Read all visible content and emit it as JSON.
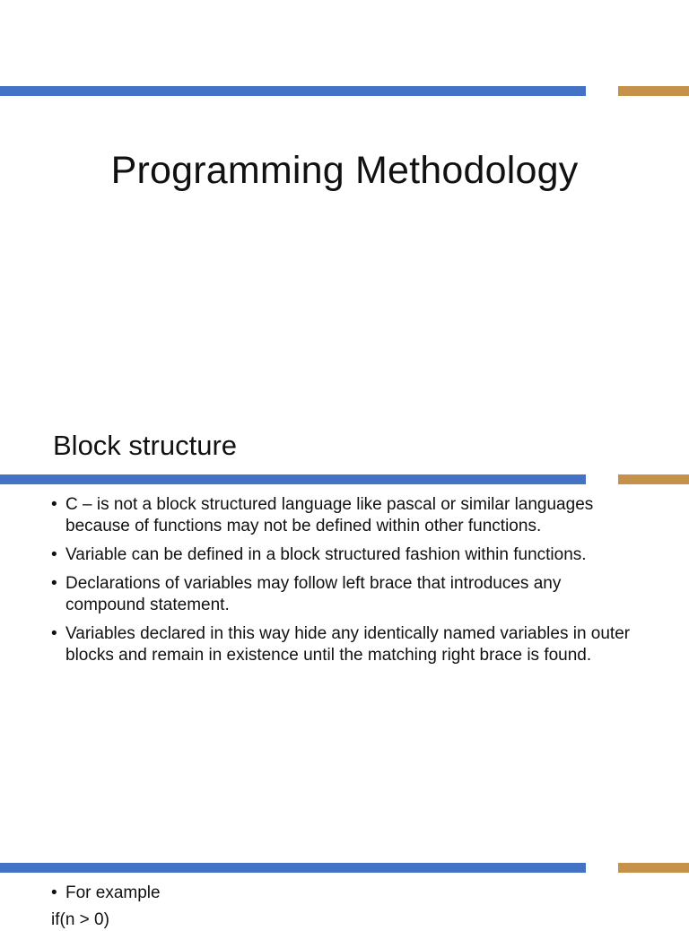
{
  "slide1": {
    "title": "Programming Methodology"
  },
  "slide2": {
    "title": "Block structure",
    "bullets": [
      "C – is not a block structured language like pascal or similar languages because of functions may not be defined within other functions.",
      "Variable can be defined in a block structured fashion within functions.",
      "Declarations of variables may follow left brace that introduces any compound statement.",
      "Variables declared in this way hide any identically named variables in outer blocks and remain in existence until the matching right brace is found."
    ]
  },
  "slide3": {
    "bullet": "For example",
    "code_line": "if(n > 0)"
  },
  "colors": {
    "accent_blue": "#4472c4",
    "accent_gold": "#c5914b"
  }
}
